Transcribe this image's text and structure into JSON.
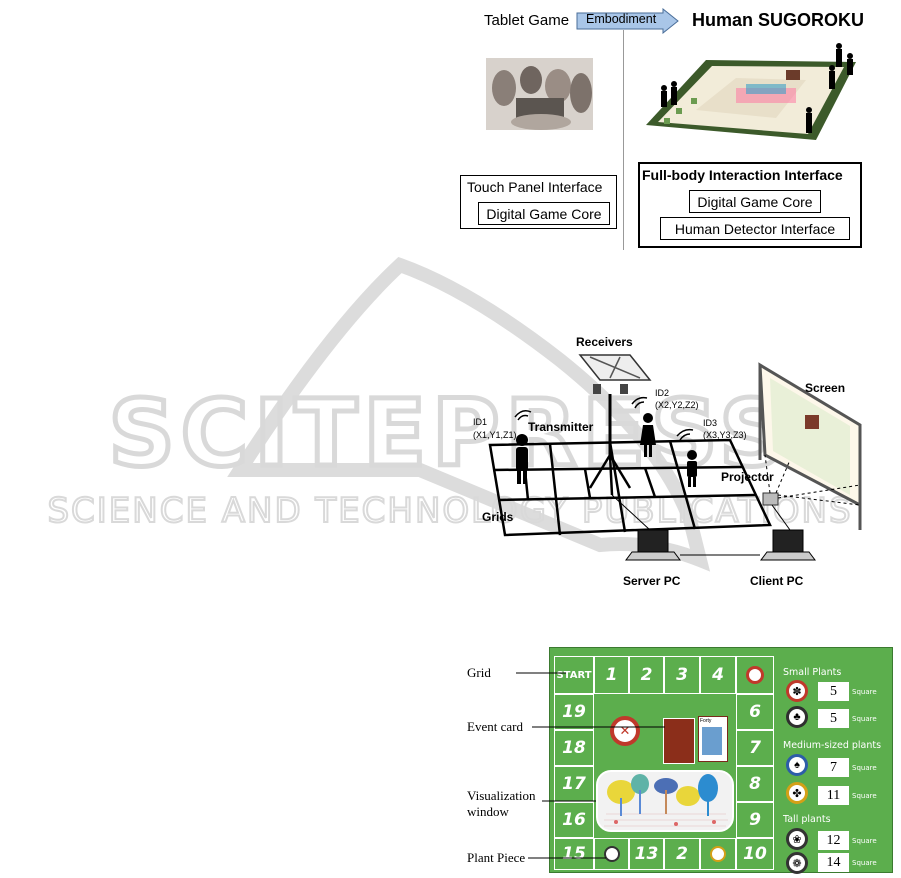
{
  "top_section": {
    "tablet_game": "Tablet Game",
    "embodiment": "Embodiment",
    "human_sugoroku": "Human SUGOROKU",
    "touch_panel_interface": "Touch Panel Interface",
    "digital_game_core_left": "Digital Game Core",
    "full_body_interface": "Full-body Interaction Interface",
    "digital_game_core_right": "Digital Game Core",
    "human_detector_interface": "Human Detector Interface"
  },
  "system_diagram": {
    "receivers": "Receivers",
    "transmitter": "Transmitter",
    "id1": "ID1",
    "id1_coords": "(X1,Y1,Z1)",
    "id2": "ID2",
    "id2_coords": "(X2,Y2,Z2)",
    "id3": "ID3",
    "id3_coords": "(X3,Y3,Z3)",
    "screen": "Screen",
    "projector": "Projector",
    "grids": "Grids",
    "server_pc": "Server PC",
    "client_pc": "Client PC"
  },
  "board_section": {
    "labels": {
      "grid": "Grid",
      "event_card": "Event card",
      "visualization_1": "Visualization",
      "visualization_2": "window",
      "plant_piece": "Plant Piece"
    },
    "cells": {
      "start": "START",
      "c1": "1",
      "c2": "2",
      "c3": "3",
      "c4": "4",
      "c6": "6",
      "c7": "7",
      "c8": "8",
      "c9": "9",
      "c10": "10",
      "c12": "2",
      "c13": "13",
      "c15": "15",
      "c16": "16",
      "c17": "17",
      "c18": "18",
      "c19": "19"
    },
    "legend": {
      "small_plants": "Small Plants",
      "medium_plants": "Medium-sized plants",
      "tall_plants": "Tall plants",
      "unit": "Square",
      "values": [
        "5",
        "5",
        "7",
        "11",
        "12",
        "14"
      ]
    },
    "card_label": "Forty",
    "watermark": {
      "main": "SCITEPRESS",
      "sub": "SCIENCE AND TECHNOLOGY PUBLICATIONS"
    }
  },
  "colors": {
    "board_green": "#5cae4d",
    "arrow_blue": "#a9c6e8",
    "watermark_gray": "#d9d9d9"
  }
}
